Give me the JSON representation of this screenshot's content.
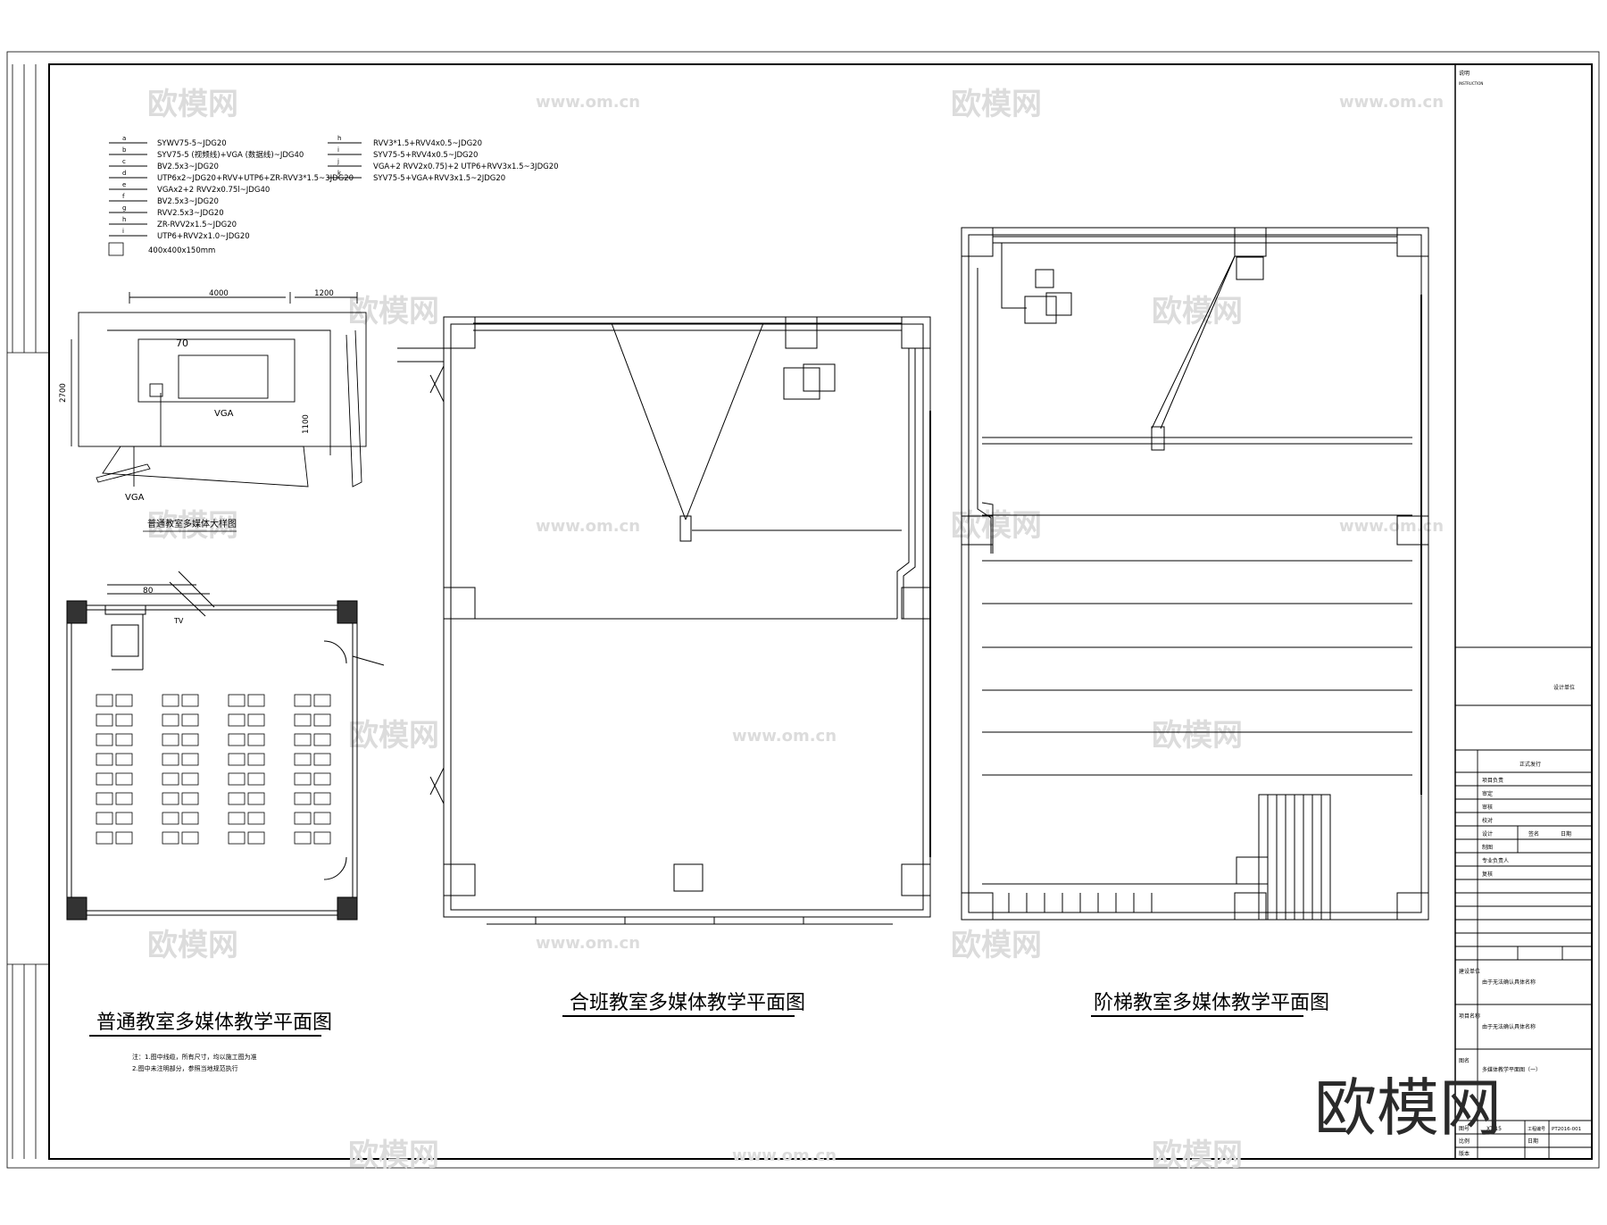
{
  "legend": {
    "left": [
      {
        "tag": "a",
        "text": "SYWV75-5~JDG20"
      },
      {
        "tag": "b",
        "text": "SYV75-5 (视频线)+VGA (数据线)~JDG40"
      },
      {
        "tag": "c",
        "text": "BV2.5x3~JDG20"
      },
      {
        "tag": "d",
        "text": "UTP6x2~JDG20+RVV+UTP6+ZR-RVV3*1.5~3JDG20"
      },
      {
        "tag": "e",
        "text": "VGAx2+2 RVV2x0.75l~JDG40"
      },
      {
        "tag": "f",
        "text": "BV2.5x3~JDG20"
      },
      {
        "tag": "g",
        "text": "RVV2.5x3~JDG20"
      },
      {
        "tag": "h",
        "text": "ZR-RVV2x1.5~JDG20"
      },
      {
        "tag": "i",
        "text": "UTP6+RVV2x1.0~JDG20"
      }
    ],
    "right": [
      {
        "tag": "h",
        "text": "RVV3*1.5+RVV4x0.5~JDG20"
      },
      {
        "tag": "i",
        "text": "SYV75-5+RVV4x0.5~JDG20"
      },
      {
        "tag": "j",
        "text": "VGA+2 RVV2x0.75)+2 UTP6+RVV3x1.5~3JDG20"
      },
      {
        "tag": "k",
        "text": "SYV75-5+VGA+RVV3x1.5~2JDG20"
      }
    ],
    "box_note": "400x400x150mm"
  },
  "detail": {
    "dim_top": "4000",
    "dim_right": "1200",
    "dim_side": "2700",
    "dim_inner": "1100",
    "tv_label": "70",
    "vga_label_1": "VGA",
    "vga_label_2": "VGA",
    "caption": "普通教室多媒体大样图"
  },
  "plan1": {
    "tv_label": "80",
    "tv_mark": "TV",
    "title": "普通教室多媒体教学平面图",
    "notes": [
      "注：1.图中线缆，所有尺寸，均以施工图为准",
      "2.图中未注明部分，参照当地规范执行"
    ]
  },
  "plan2": {
    "title": "合班教室多媒体教学平面图"
  },
  "plan3": {
    "title": "阶梯教室多媒体教学平面图"
  },
  "title_block": {
    "section_label": "说明",
    "section_label_en": "INSTRUCTION",
    "company": "设计单位",
    "status": "正式发行",
    "rows": [
      "项目负责",
      "审定",
      "审核",
      "校对",
      "设计",
      "制图",
      "专业负责人",
      "复核"
    ],
    "signature_label": "签名",
    "date_label": "日期",
    "project_label": "建设单位",
    "project_value": "由于无法确认具体名称",
    "project2_label": "项目名称",
    "project2_value": "由于无法确认具体名称",
    "drawing_label": "图名",
    "drawing_value": "多媒体教学平面图（一）",
    "drawing_no_label": "图号",
    "drawing_no": "XT-15",
    "project_no_label": "工程编号",
    "project_no": "PT2016-001",
    "scale_label": "比例",
    "date_block_label": "日期",
    "version_label": "版本"
  },
  "watermark": {
    "cn": "欧模网",
    "url": "www.om.cn",
    "big": "欧模网"
  }
}
